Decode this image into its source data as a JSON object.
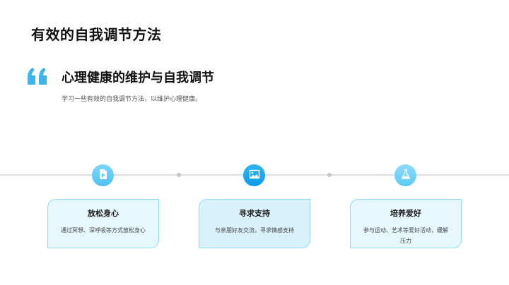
{
  "page": {
    "title": "有效的自我调节方法"
  },
  "section": {
    "quote_icon": "quote-open-icon",
    "heading": "心理健康的维护与自我调节",
    "description": "学习一些有效的自我调节方法，以维护心理健康。"
  },
  "colors": {
    "accent": "#3bb5f0",
    "node_light": "#5fcaf7",
    "node_dark": "#1aa7ef",
    "card_bg": "#e6f7fd",
    "card_bg_active": "#d9f1fd",
    "card_border": "#8fdcf5",
    "line": "#dcdcdc"
  },
  "timeline": {
    "steps": [
      {
        "icon": "document-p-icon",
        "title": "放松身心",
        "text": "通过冥想、深呼吸等方式放松身心"
      },
      {
        "icon": "image-icon",
        "title": "寻求支持",
        "text": "与亲朋好友交流，寻求情感支持"
      },
      {
        "icon": "flask-icon",
        "title": "培养爱好",
        "text": "参与运动、艺术等爱好活动，缓解压力"
      }
    ]
  }
}
